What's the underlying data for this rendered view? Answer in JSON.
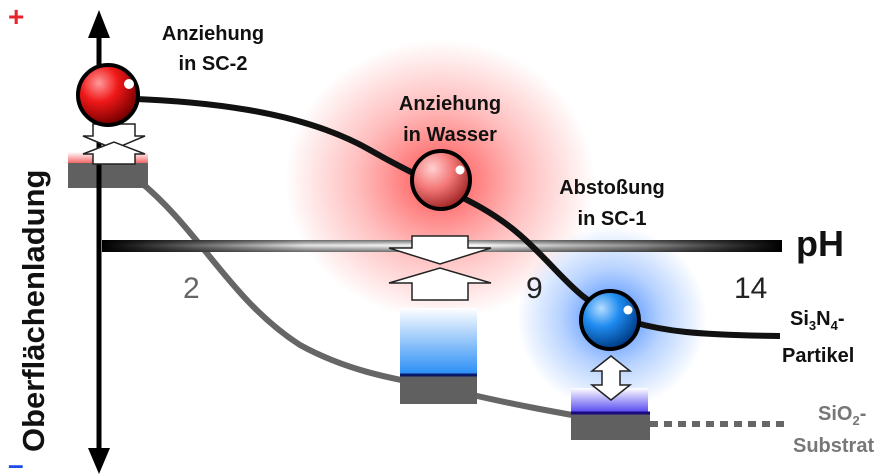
{
  "yaxis": {
    "label": "Oberflächenladung",
    "plus": "+",
    "minus": "–"
  },
  "xaxis": {
    "label": "pH",
    "ticks": [
      "2",
      "9",
      "14"
    ]
  },
  "annotations": {
    "sc2_line1": "Anziehung",
    "sc2_line2": "in SC-2",
    "water_line1": "Anziehung",
    "water_line2": "in Wasser",
    "sc1_line1": "Abstoßung",
    "sc1_line2": "in SC-1"
  },
  "curves": {
    "particle": {
      "prefix": "Si",
      "sub1": "3",
      "mid": "N",
      "sub2": "4",
      "suffix": "-",
      "line2": "Partikel"
    },
    "substrate": {
      "prefix": "SiO",
      "sub1": "2",
      "suffix": "-",
      "line2": "Substrat"
    }
  },
  "colors": {
    "attraction": "#e8232a",
    "repulsion": "#1e7be6",
    "particle_curve": "#111111",
    "substrate_curve": "#666666"
  }
}
